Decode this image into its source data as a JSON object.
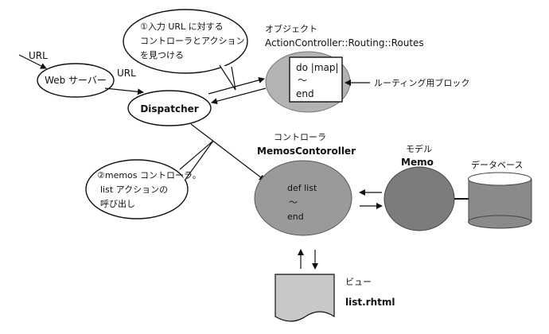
{
  "labels": {
    "url_in": "URL",
    "url_mid": "URL",
    "web_server": "Web サーバー",
    "dispatcher": "Dispatcher",
    "callout1": [
      "①入力 URL に対する",
      "コントローラとアクション",
      "を見つける"
    ],
    "object_caption": [
      "オブジェクト",
      "ActionController::Routing::Routes"
    ],
    "routes_block": [
      "do |map|",
      "〜",
      "end"
    ],
    "routing_block_label": "ルーティング用ブロック",
    "controller_caption": "コントローラ",
    "controller_name": "MemosContoroller",
    "controller_code": [
      "def  list",
      "〜",
      "end"
    ],
    "callout2": [
      "②memos コントローラ。",
      "list アクションの",
      "呼び出し"
    ],
    "model_caption": "モデル",
    "model_name": "Memo",
    "db_label": "データベース",
    "view_caption": "ビュー",
    "view_name": "list.rhtml"
  },
  "colors": {
    "ink": "#111111",
    "ellipse_fill": "#b3b3b3",
    "controller_fill": "#9a9a9a",
    "model_fill": "#7c7c7c",
    "db_fill": "#8a8a8a",
    "db_top": "#ffffff",
    "view_fill": "#c8c8c8"
  }
}
